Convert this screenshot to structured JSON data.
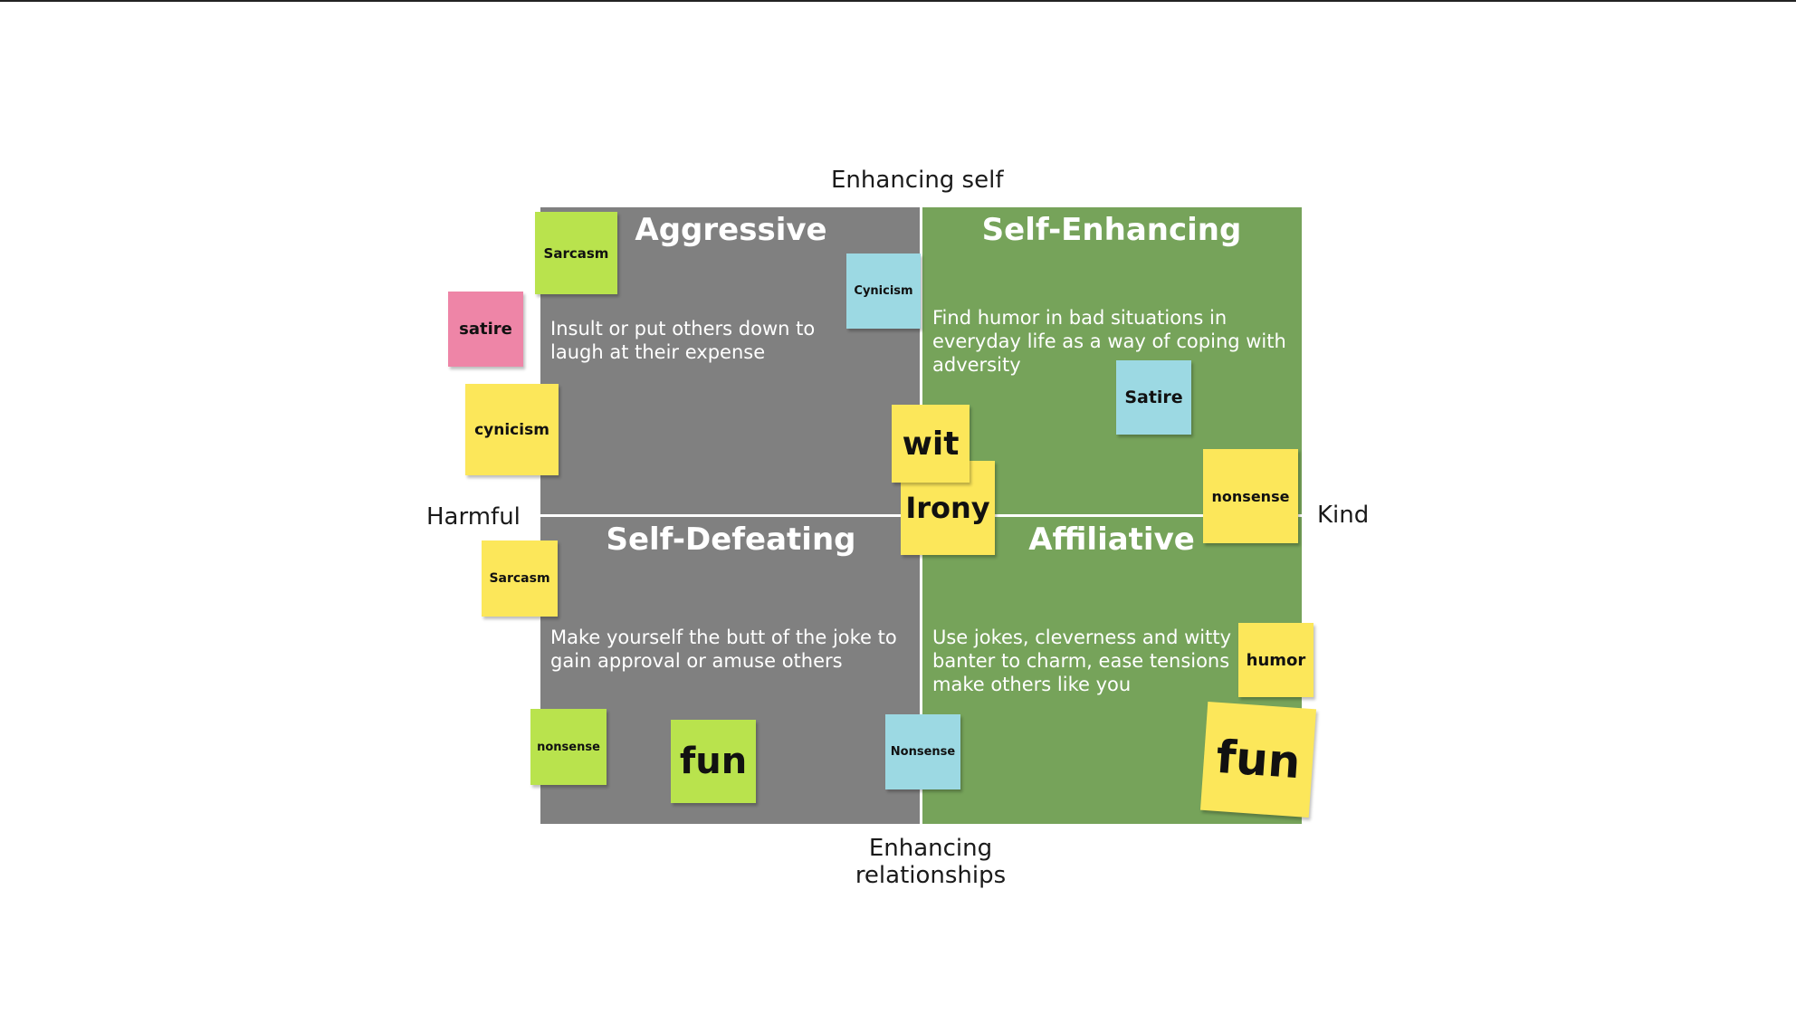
{
  "axes": {
    "top": "Enhancing self",
    "bottom": "Enhancing relationships",
    "left": "Harmful",
    "right": "Kind"
  },
  "quadrants": {
    "top_left": {
      "title": "Aggressive",
      "description": "Insult or put others down to laugh at their expense",
      "color": "#808080"
    },
    "top_right": {
      "title": "Self-Enhancing",
      "description": "Find humor in bad situations in everyday life as a way of coping with adversity",
      "color": "#76a35a"
    },
    "bottom_left": {
      "title": "Self-Defeating",
      "description": "Make yourself the butt of the joke to gain approval or amuse others",
      "color": "#808080"
    },
    "bottom_right": {
      "title": "Affiliative",
      "description": "Use jokes, cleverness and witty banter to  charm, ease tensions make others like you",
      "color": "#76a35a"
    }
  },
  "sticky_notes": [
    {
      "id": "sarcasm-1",
      "text": "Sarcasm",
      "color": "lime"
    },
    {
      "id": "satire-1",
      "text": "satire",
      "color": "pink"
    },
    {
      "id": "cynicism-1",
      "text": "cynicism",
      "color": "yellow"
    },
    {
      "id": "cynicism-2",
      "text": "Cynicism",
      "color": "blue"
    },
    {
      "id": "satire-2",
      "text": "Satire",
      "color": "blue"
    },
    {
      "id": "irony-1",
      "text": "Irony",
      "color": "yellow"
    },
    {
      "id": "wit-1",
      "text": "wit",
      "color": "yellow"
    },
    {
      "id": "nonsense-1",
      "text": "nonsense",
      "color": "yellow"
    },
    {
      "id": "sarcasm-2",
      "text": "Sarcasm",
      "color": "yellow"
    },
    {
      "id": "humor-1",
      "text": "humor",
      "color": "yellow"
    },
    {
      "id": "nonsense-2",
      "text": "nonsense",
      "color": "lime"
    },
    {
      "id": "fun-1",
      "text": "fun",
      "color": "lime"
    },
    {
      "id": "nonsense-3",
      "text": "Nonsense",
      "color": "blue"
    },
    {
      "id": "fun-2",
      "text": "fun",
      "color": "yellow"
    }
  ]
}
